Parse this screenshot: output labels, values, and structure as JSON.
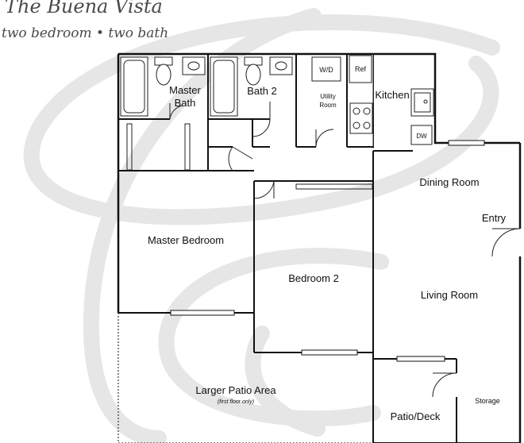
{
  "header": {
    "title": "The Buena Vista",
    "subtitle": "two bedroom • two bath"
  },
  "rooms": {
    "master_bath_line1": "Master",
    "master_bath_line2": "Bath",
    "bath_2": "Bath 2",
    "utility_line1": "Utility",
    "utility_line2": "Room",
    "kitchen": "Kitchen",
    "dining_room": "Dining Room",
    "entry": "Entry",
    "master_bedroom": "Master Bedroom",
    "bedroom_2": "Bedroom 2",
    "living_room": "Living Room",
    "patio_area": "Larger Patio Area",
    "patio_note": "(first floor only)",
    "patio_deck": "Patio/Deck",
    "storage": "Storage"
  },
  "fixtures": {
    "washer_dryer": "W/D",
    "refrigerator": "Ref",
    "dishwasher": "DW"
  },
  "colors": {
    "wall": "#111111",
    "watermark": "#e6e6e6",
    "title_text": "#4a4a4a"
  }
}
